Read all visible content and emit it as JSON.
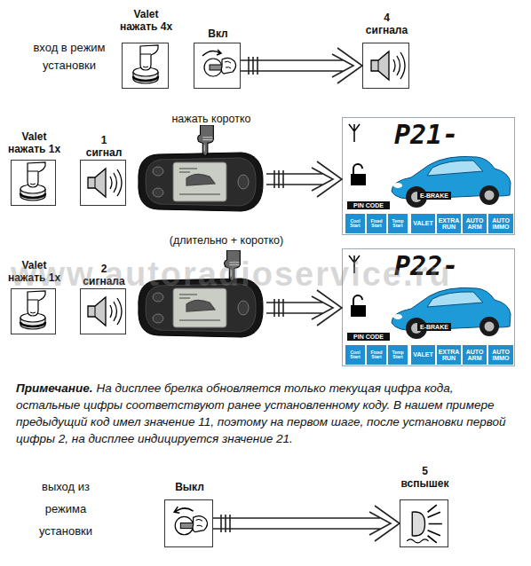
{
  "diagram": {
    "nodes": [
      {
        "text": [
          "Valet нажать 4х"
        ]
      },
      {
        "text": [
          "Вкл"
        ]
      },
      {
        "text": [
          "4 сигнала"
        ]
      },
      {
        "text": [
          "Valet нажать 1х"
        ]
      },
      {
        "text": [
          "1 сигнал"
        ]
      },
      {
        "text": [
          "нажать коротко"
        ]
      },
      {
        "text": [
          "P21-",
          "PIN CODE",
          "E-BRAKE",
          "Cool Start",
          "Fixed Start",
          "Temp Start",
          "VALET",
          "EXTRA RUN",
          "AUTO ARM",
          "AUTO IMMO"
        ]
      },
      {
        "text": [
          "Valet нажать 1х"
        ]
      },
      {
        "text": [
          "2 сигнала"
        ]
      },
      {
        "text": [
          "(длительно + коротко)"
        ]
      },
      {
        "text": [
          "P22-",
          "PIN CODE",
          "E-BRAKE",
          "Cool Start",
          "Fixed Start",
          "Temp Start",
          "VALET",
          "EXTRA RUN",
          "AUTO ARM",
          "AUTO IMMO"
        ]
      },
      {
        "text": [
          "Выкл"
        ]
      },
      {
        "text": [
          "5 вспышек"
        ]
      }
    ],
    "edges": [
      {
        "from": 1,
        "to": 2,
        "arrow": "to"
      },
      {
        "from": 5,
        "to": 6,
        "arrow": "to"
      },
      {
        "from": 9,
        "to": 10,
        "arrow": "to"
      },
      {
        "from": 11,
        "to": 12,
        "arrow": "to"
      }
    ],
    "labels": [
      "вход в режим установки",
      "Примечание.",
      "На дисплее брелка обновляется только текущая цифра кода, остальные цифры соответствуют ранее установленному коду. В нашем примере предыдущий код имел значение 11, поэтому на первом шаге, после установки первой цифры 2, на дисплее индицируется значение 21.",
      "выход из режима установки",
      "www.autoradioservice.ru"
    ]
  }
}
